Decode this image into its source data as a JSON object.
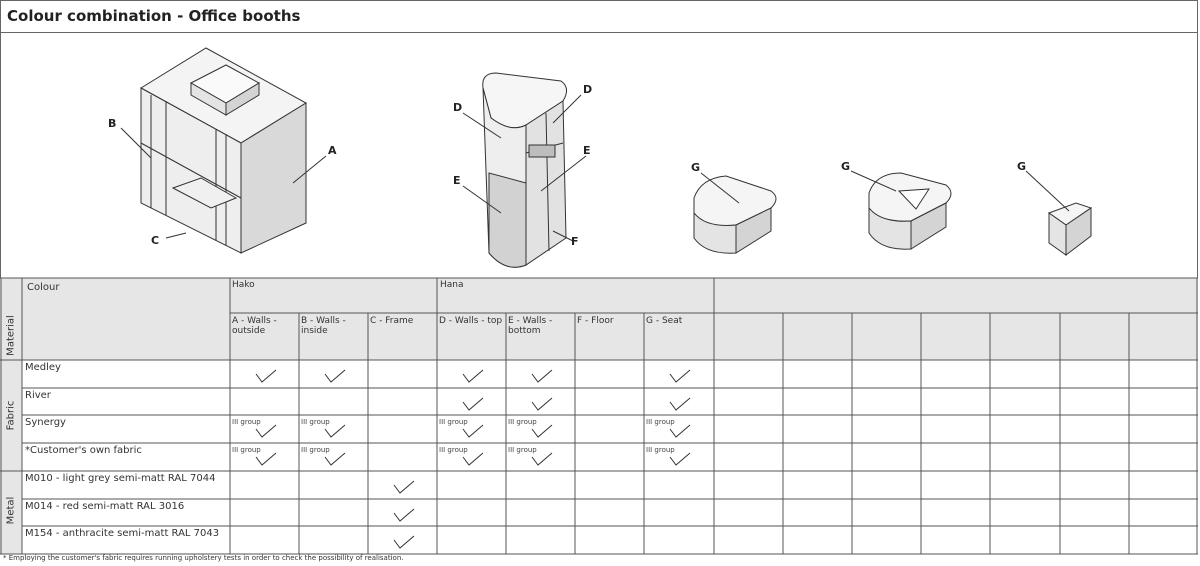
{
  "title": "Colour combination - Office booths",
  "illustration": {
    "hako_labels": {
      "a": "A",
      "b": "B",
      "c": "C"
    },
    "hana_labels": {
      "d1": "D",
      "d2": "D",
      "e1": "E",
      "e2": "E",
      "f": "F"
    },
    "seat_labels": {
      "g1": "G",
      "g2": "G",
      "g3": "G"
    }
  },
  "table": {
    "colour_header": "Colour",
    "material_label": "Material",
    "groups": {
      "hako": "Hako",
      "hana": "Hana"
    },
    "columns": [
      "A - Walls - outside",
      "B - Walls - inside",
      "C - Frame",
      "D - Walls - top",
      "E - Walls - bottom",
      "F - Floor",
      "G - Seat"
    ],
    "sections": [
      {
        "label": "Fabric",
        "rows": [
          {
            "label": "Medley",
            "marks": [
              "check",
              "check",
              "",
              "check",
              "check",
              "",
              "check"
            ]
          },
          {
            "label": "River",
            "marks": [
              "",
              "",
              "",
              "check",
              "check",
              "",
              "check"
            ]
          },
          {
            "label": "Synergy",
            "marks": [
              "group",
              "group",
              "",
              "group",
              "group",
              "",
              "group"
            ]
          },
          {
            "label": "*Customer's own fabric",
            "marks": [
              "group",
              "group",
              "",
              "group",
              "group",
              "",
              "group"
            ]
          }
        ]
      },
      {
        "label": "Metal",
        "rows": [
          {
            "label": "M010 - light grey semi-matt RAL 7044",
            "marks": [
              "",
              "",
              "check",
              "",
              "",
              "",
              ""
            ]
          },
          {
            "label": "M014 - red semi-matt RAL 3016",
            "marks": [
              "",
              "",
              "check",
              "",
              "",
              "",
              ""
            ]
          },
          {
            "label": "M154 - anthracite semi-matt RAL 7043",
            "marks": [
              "",
              "",
              "check",
              "",
              "",
              "",
              ""
            ]
          }
        ]
      }
    ],
    "group_text": "III group"
  },
  "footnote": "* Employing the customer's fabric requires running upholstery tests in order to check the possibility of realisation.",
  "colors": {
    "header_fill": "#e6e6e6",
    "border": "#555555",
    "check": "#333333"
  }
}
